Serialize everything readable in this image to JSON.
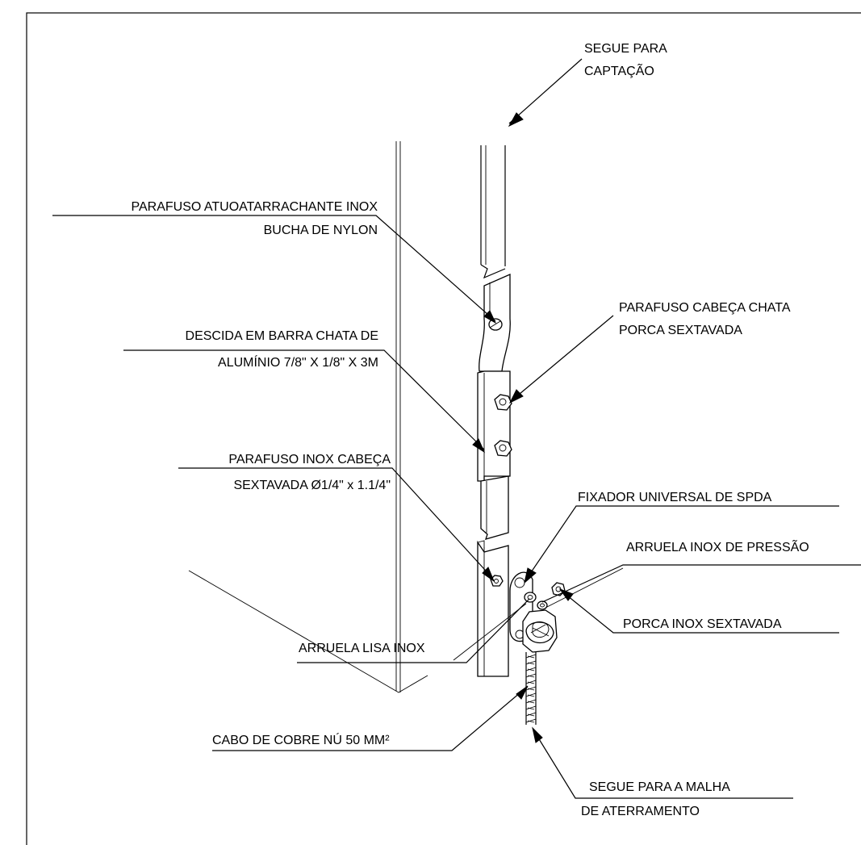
{
  "labels": {
    "segue_captacao_1": "SEGUE PARA",
    "segue_captacao_2": "CAPTAÇÃO",
    "parafuso_auto_1": "PARAFUSO ATUOATARRACHANTE INOX",
    "parafuso_auto_2": "BUCHA DE NYLON",
    "parafuso_chata_1": "PARAFUSO CABEÇA CHATA",
    "parafuso_chata_2": "PORCA SEXTAVADA",
    "descida_1": "DESCIDA EM BARRA CHATA DE",
    "descida_2": "ALUMÍNIO 7/8\" X 1/8\" X 3M",
    "parafuso_inox_1": "PARAFUSO INOX CABEÇA",
    "parafuso_inox_2": "SEXTAVADA Ø1/4\" x 1.1/4\"",
    "fixador": "FIXADOR UNIVERSAL DE SPDA",
    "arruela_pressao": "ARRUELA INOX DE PRESSÃO",
    "porca_inox": "PORCA INOX SEXTAVADA",
    "arruela_lisa": "ARRUELA LISA INOX",
    "cabo_cobre": "CABO DE COBRE NÚ 50 MM²",
    "segue_malha_1": "SEGUE PARA A MALHA",
    "segue_malha_2": "DE ATERRAMENTO"
  },
  "colors": {
    "ink": "#000000",
    "paper": "#ffffff"
  }
}
